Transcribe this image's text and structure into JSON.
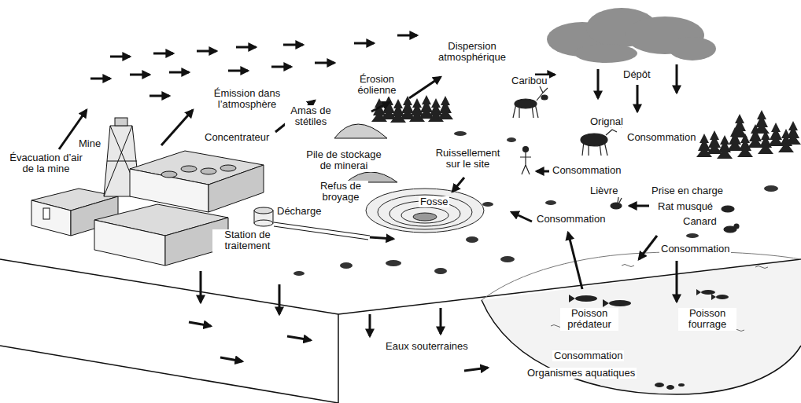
{
  "diagram": {
    "labels": [
      "Dispersion atmosphérique",
      "Dépôt",
      "Émission dans l’atmosphère",
      "Érosion éolienne",
      "Caribou",
      "Orignal",
      "Consommation",
      "Mine",
      "Évacuation d’air de la mine",
      "Concentrateur",
      "Amas de stétiles",
      "Pile de stockage de minerai",
      "Ruissellement sur le site",
      "Consommation",
      "Fosse",
      "Refus de broyage",
      "Lièvre",
      "Prise en charge",
      "Rat musqué",
      "Canard",
      "Décharge",
      "Consommation",
      "Station de traitement",
      "Consommation",
      "Poisson prédateur",
      "Poisson fourrage",
      "Eaux souterraines",
      "Consommation",
      "Organismes aquatiques"
    ]
  }
}
